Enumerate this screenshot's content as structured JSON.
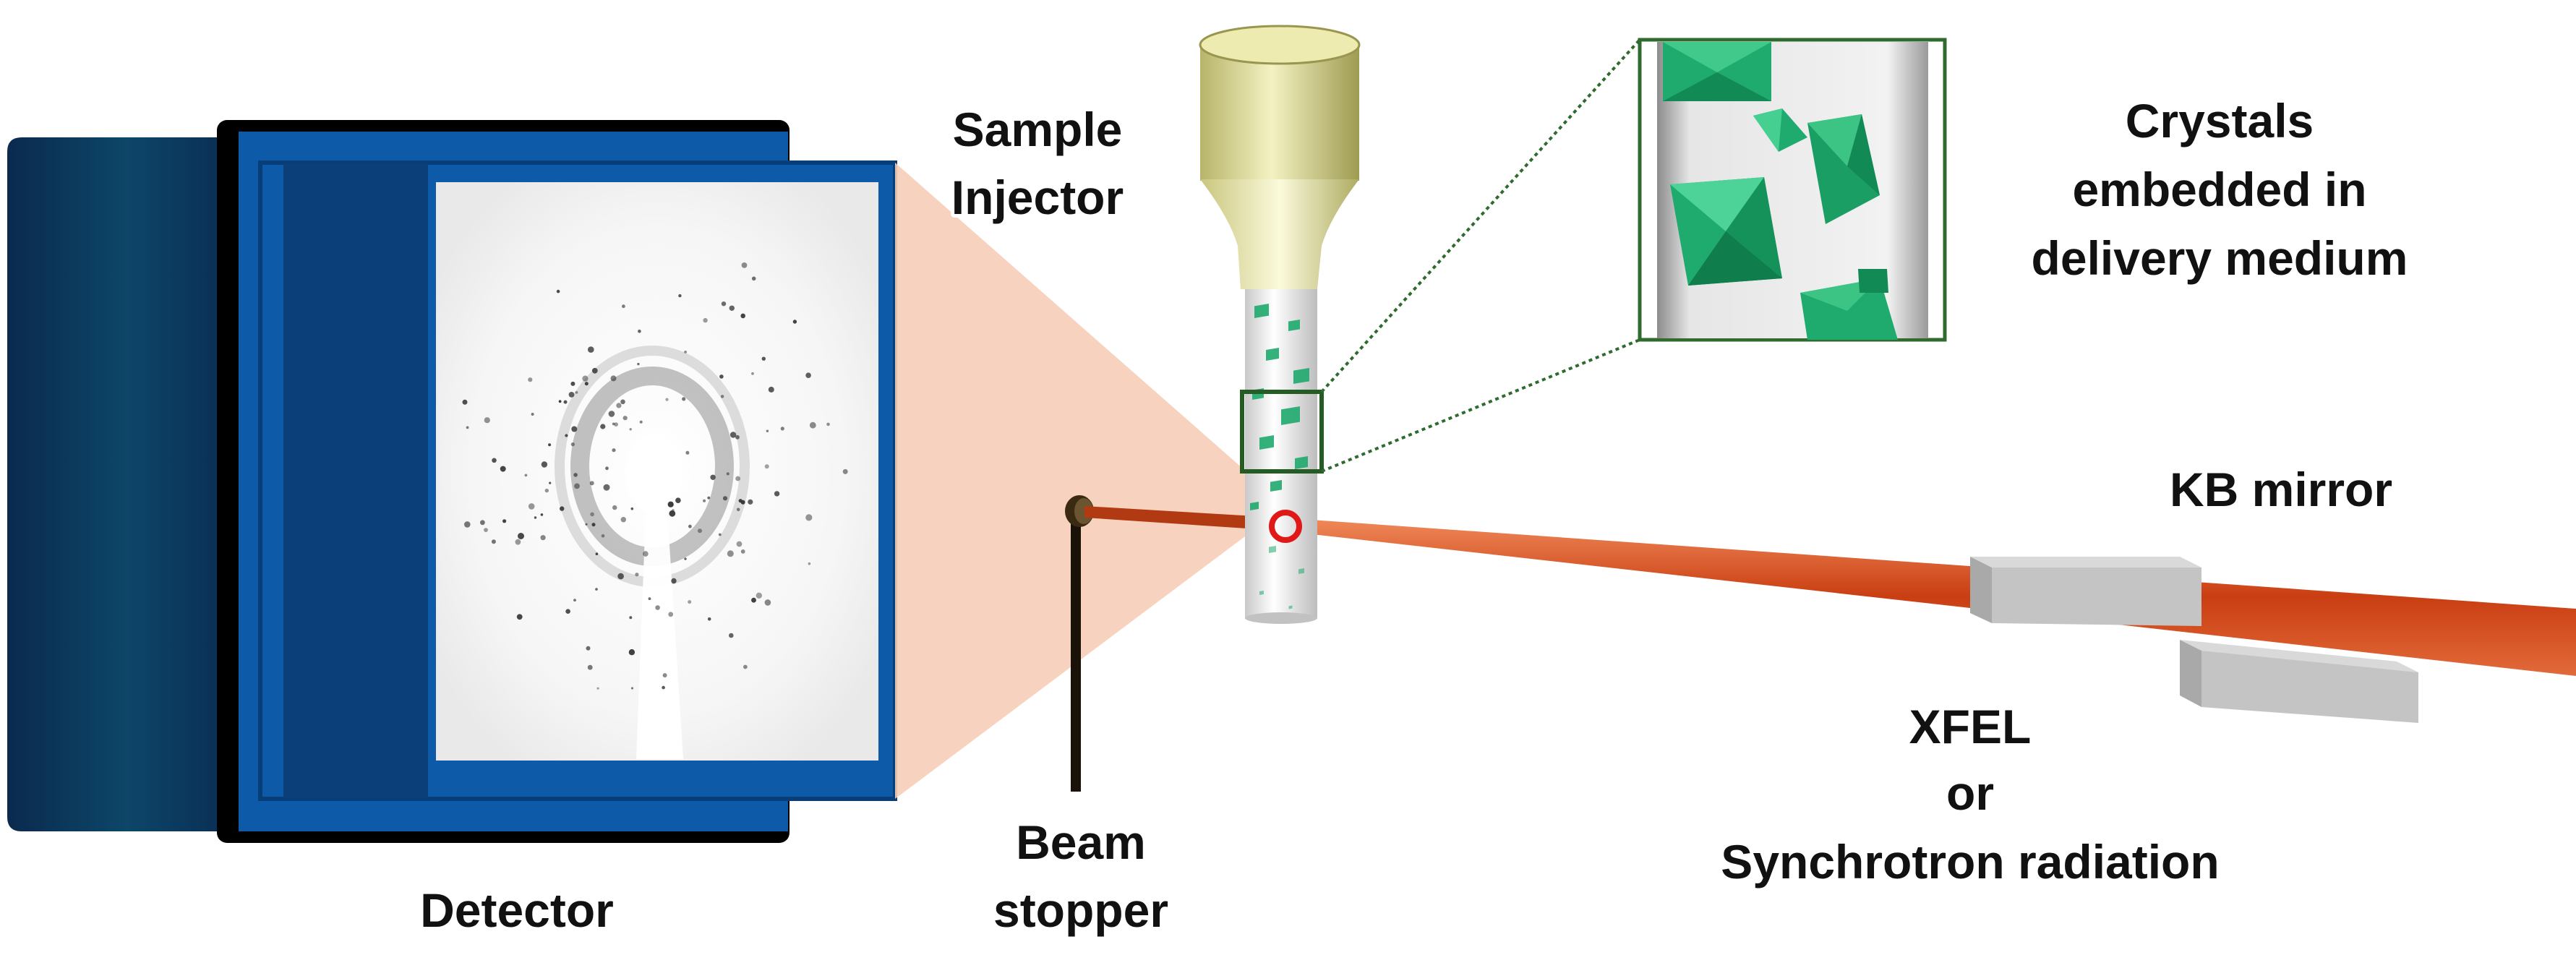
{
  "diagram": {
    "title": "",
    "labels": {
      "sample_injector": [
        "Sample",
        "Injector"
      ],
      "crystals": [
        "Crystals",
        "embedded in",
        "delivery medium"
      ],
      "kb_mirror": "KB mirror",
      "source": [
        "XFEL",
        "or",
        "Synchrotron radiation"
      ],
      "beam_stopper": [
        "Beam",
        "stopper"
      ],
      "detector": "Detector"
    },
    "components": [
      "detector",
      "beam-stopper",
      "sample-injector",
      "crystal-zoom-inset",
      "interaction-point",
      "kb-mirrors",
      "x-ray-beam"
    ],
    "colors": {
      "detector_dark": "#0b2f52",
      "detector_frame": "#0d5aa8",
      "detector_panel": "#0a3f7a",
      "beam": "#d2451a",
      "diffraction_cone": "#f6cdb8",
      "crystal": "#1faa6e",
      "injector_nozzle": "#e8e6a8",
      "inset_border": "#2f6b2f",
      "interaction_marker": "#e01818",
      "mirror": "#bdbdbd"
    }
  }
}
